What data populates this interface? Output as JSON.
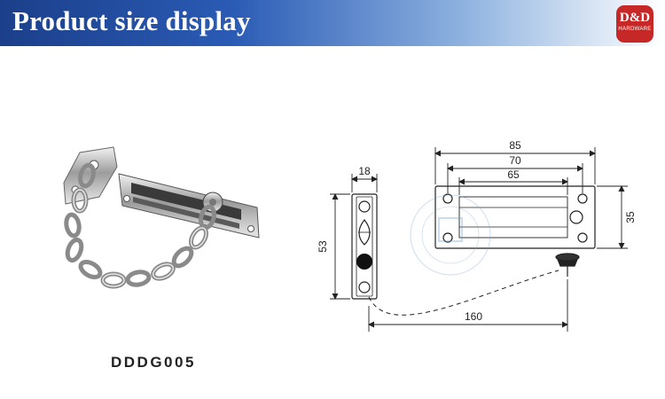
{
  "banner": {
    "title": "Product size display"
  },
  "logo": {
    "main": "D&D",
    "sub": "HARDWARE"
  },
  "product": {
    "model": "DDDG005"
  },
  "dimensions": {
    "overall_length": "85",
    "inner_length": "70",
    "slot_length": "65",
    "track_height": "35",
    "chain_width": "18",
    "chain_height": "53",
    "chain_reach": "160"
  },
  "colors": {
    "banner_blue": "#1b3f8a",
    "logo_red": "#c62828"
  }
}
